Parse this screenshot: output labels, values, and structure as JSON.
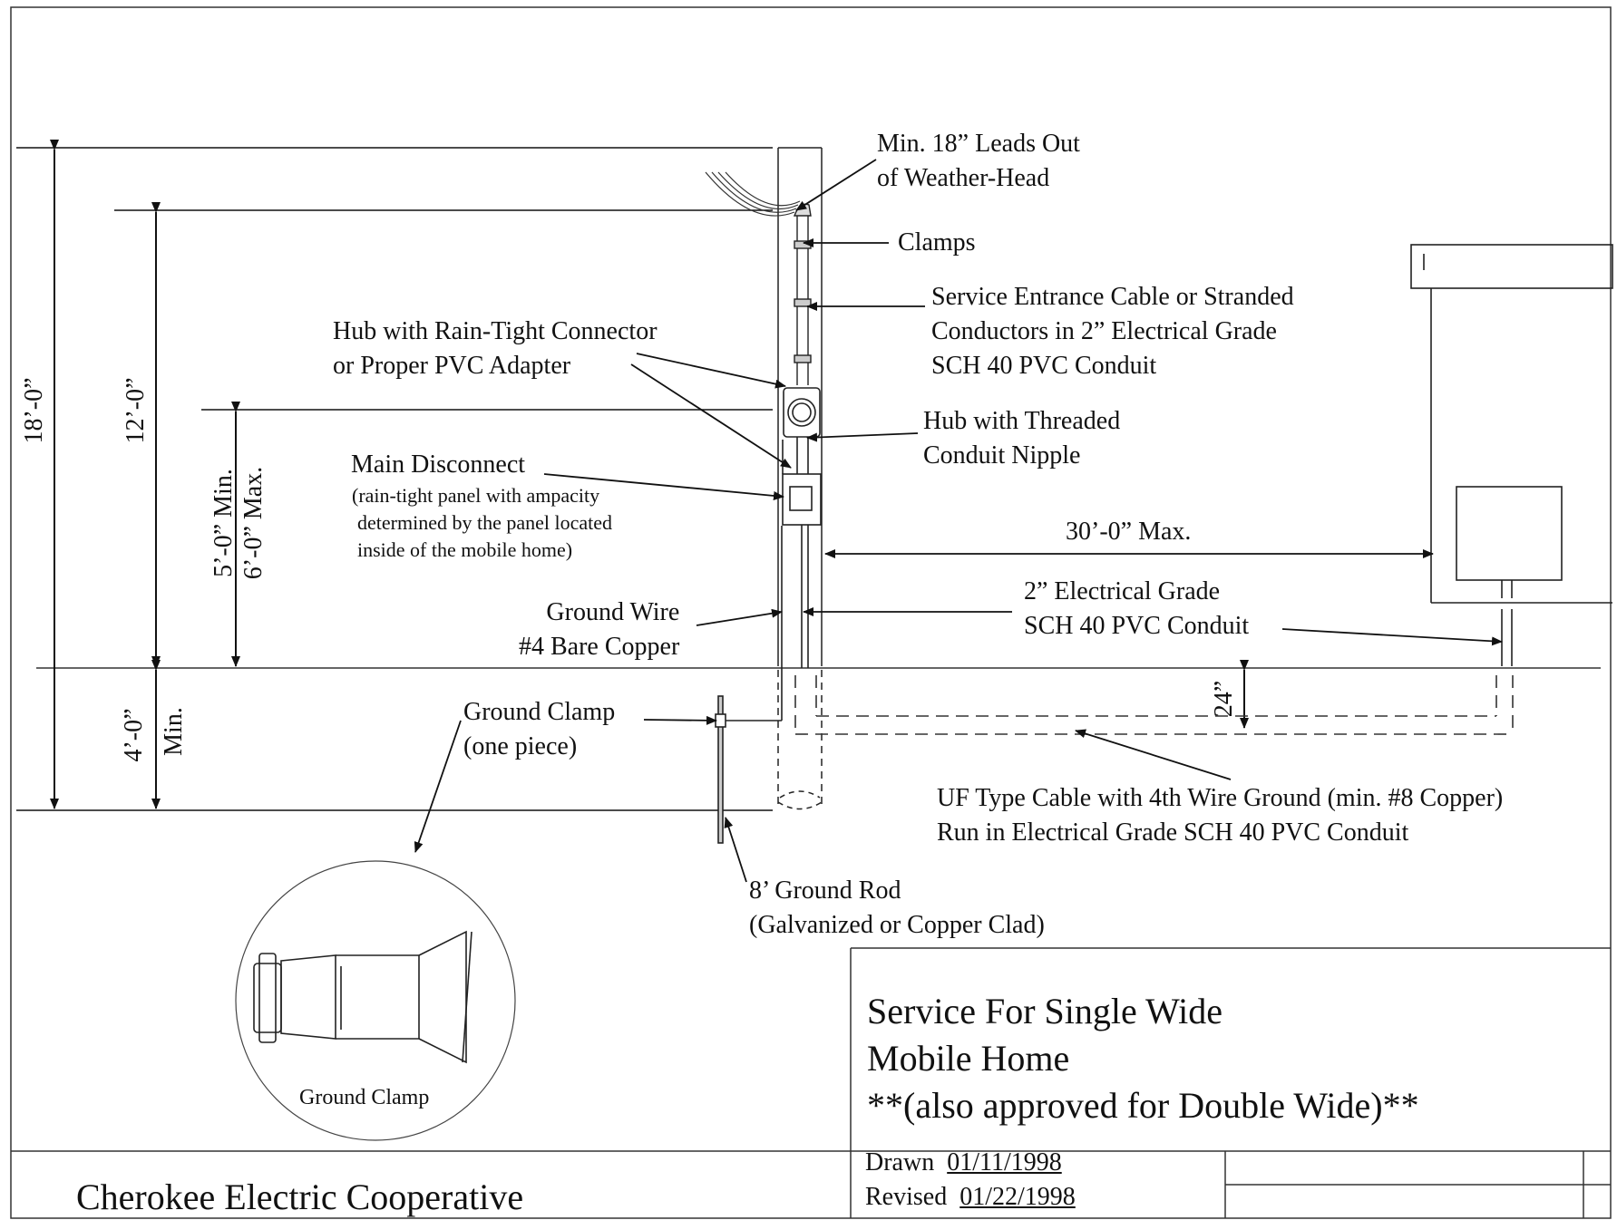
{
  "labels": {
    "leads": [
      "Min. 18” Leads Out",
      "of Weather-Head"
    ],
    "clamps": "Clamps",
    "service_entrance": [
      "Service Entrance Cable or Stranded",
      "Conductors in 2” Electrical Grade",
      "SCH 40 PVC Conduit"
    ],
    "hub_rain": [
      "Hub with Rain-Tight Connector",
      "or Proper PVC Adapter"
    ],
    "hub_threaded": [
      "Hub with Threaded",
      "Conduit Nipple"
    ],
    "main_disconnect": "Main Disconnect",
    "main_disconnect_note": [
      "(rain-tight panel with ampacity",
      "determined by the panel located",
      "inside of the mobile home)"
    ],
    "distance_max": "30’-0” Max.",
    "conduit": [
      "2” Electrical Grade",
      "SCH 40 PVC Conduit"
    ],
    "ground_wire": [
      "Ground Wire",
      "#4 Bare Copper"
    ],
    "ground_clamp": [
      "Ground Clamp",
      "(one piece)"
    ],
    "uf_cable": [
      "UF Type Cable with 4th Wire Ground (min. #8 Copper)",
      "Run in Electrical Grade SCH 40 PVC Conduit"
    ],
    "ground_rod": [
      "8’ Ground Rod",
      "(Galvanized or Copper Clad)"
    ],
    "ground_clamp_detail": "Ground Clamp"
  },
  "dimensions": {
    "d18": "18’-0”",
    "d12": "12’-0”",
    "d5_min": "5’-0” Min.",
    "d6_max": "6’-0” Max.",
    "d4": "4’-0”",
    "d4_min": "Min.",
    "d24": "24”"
  },
  "title_block": {
    "title": [
      "Service For Single Wide",
      "Mobile Home",
      "**(also approved for  Double Wide)**"
    ],
    "company": "Cherokee Electric Cooperative",
    "drawn_label": "Drawn",
    "drawn_date": "01/11/1998",
    "revised_label": "Revised",
    "revised_date": "01/22/1998"
  }
}
